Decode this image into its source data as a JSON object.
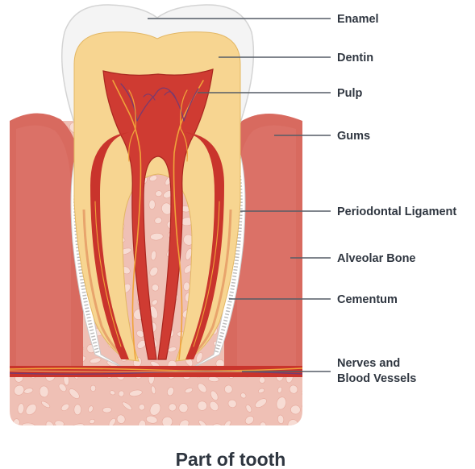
{
  "labels": {
    "enamel": "Enamel",
    "dentin": "Dentin",
    "pulp": "Pulp",
    "gums": "Gums",
    "periodontal_ligament": "Periodontal Ligament",
    "alveolar_bone": "Alveolar Bone",
    "cementum": "Cementum",
    "nerves_line1": "Nerves and",
    "nerves_line2": "Blood Vessels"
  },
  "caption": "Part of tooth",
  "colors": {
    "bone": "#efc0b5",
    "bone_spot": "#f7dcd4",
    "gum": "#d86a5f",
    "enamel": "#f4f4f4",
    "dentin": "#f7d591",
    "pulp": "#cf3b32",
    "nerve": "#f0a33a",
    "vessel": "#7a3a6e",
    "text": "#2f3640"
  }
}
